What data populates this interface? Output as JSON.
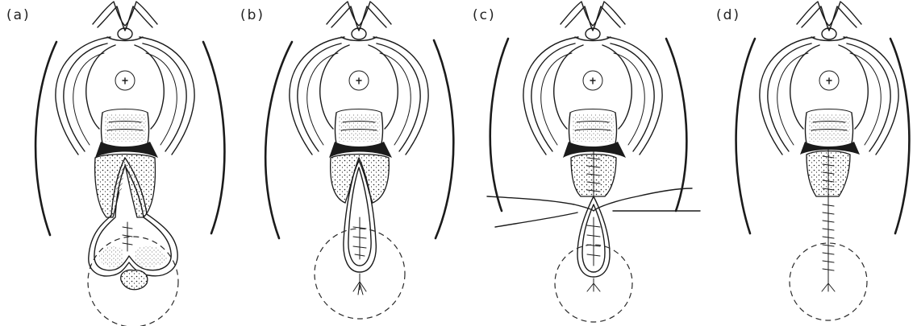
{
  "figure": {
    "panels": [
      {
        "id": "a",
        "label": "(a)"
      },
      {
        "id": "b",
        "label": "(b)"
      },
      {
        "id": "c",
        "label": "(c)"
      },
      {
        "id": "d",
        "label": "(d)"
      }
    ]
  },
  "colors": {
    "ink": "#1b1b1b",
    "paper": "#ffffff"
  }
}
